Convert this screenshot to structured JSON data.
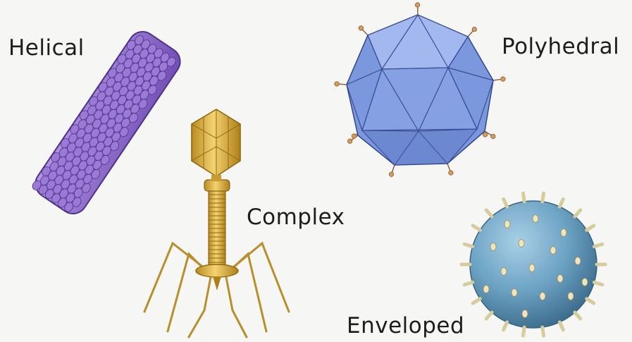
{
  "labels": {
    "helical": "Helical",
    "polyhedral": "Polyhedral",
    "complex": "Complex",
    "enveloped": "Enveloped"
  },
  "colors": {
    "background": "#f6f6f5",
    "helical_fill": "#8f6ccf",
    "helical_outline": "#4e3489",
    "polyhedral_fill": "#7d9be0",
    "polyhedral_outline": "#34468a",
    "spike_tip": "#d99a5c",
    "complex_fill": "#e5b946",
    "complex_outline": "#8d6a12",
    "enveloped_fill": "#6da3c4",
    "enveloped_spikes": "#e6ddb7"
  },
  "icons": [
    "helical-virus",
    "polyhedral-virus",
    "bacteriophage",
    "enveloped-virus"
  ]
}
